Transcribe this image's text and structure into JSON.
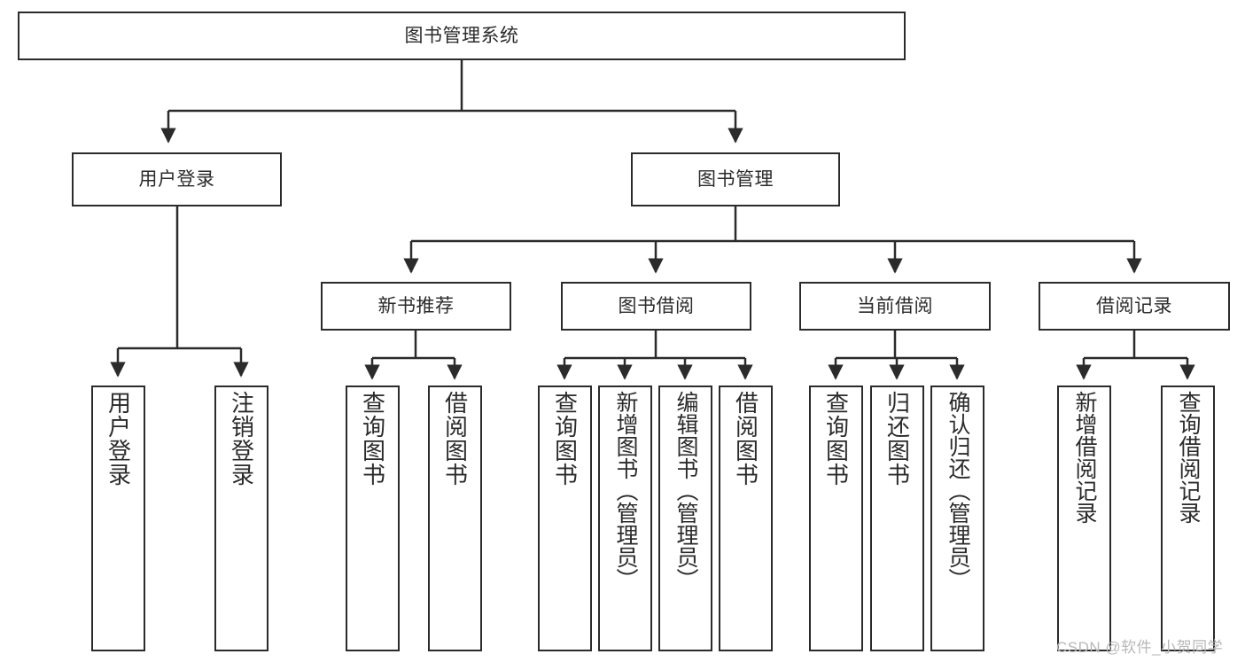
{
  "diagram": {
    "title_node": {
      "label": "图书管理系统"
    },
    "level1": [
      {
        "id": "user-login",
        "label": "用户登录"
      },
      {
        "id": "book-manage",
        "label": "图书管理"
      }
    ],
    "level2": [
      {
        "id": "new-book-recommend",
        "label": "新书推荐"
      },
      {
        "id": "book-borrow",
        "label": "图书借阅"
      },
      {
        "id": "current-borrow",
        "label": "当前借阅"
      },
      {
        "id": "borrow-record",
        "label": "借阅记录"
      }
    ],
    "leaves": [
      {
        "id": "leaf-user-login",
        "label": "用户登录",
        "parent": "user-login"
      },
      {
        "id": "leaf-logout-login",
        "label": "注销登录",
        "parent": "user-login"
      },
      {
        "id": "leaf-query-book-1",
        "label": "查询图书",
        "parent": "new-book-recommend"
      },
      {
        "id": "leaf-borrow-book-1",
        "label": "借阅图书",
        "parent": "new-book-recommend"
      },
      {
        "id": "leaf-query-book-2",
        "label": "查询图书",
        "parent": "book-borrow"
      },
      {
        "id": "leaf-add-book",
        "label": "新增图书（管理员）",
        "parent": "book-borrow"
      },
      {
        "id": "leaf-edit-book",
        "label": "编辑图书（管理员）",
        "parent": "book-borrow"
      },
      {
        "id": "leaf-borrow-book-2",
        "label": "借阅图书",
        "parent": "book-borrow"
      },
      {
        "id": "leaf-query-book-3",
        "label": "查询图书",
        "parent": "current-borrow"
      },
      {
        "id": "leaf-return-book",
        "label": "归还图书",
        "parent": "current-borrow"
      },
      {
        "id": "leaf-confirm-return",
        "label": "确认归还（管理员）",
        "parent": "current-borrow"
      },
      {
        "id": "leaf-add-record",
        "label": "新增借阅记录",
        "parent": "borrow-record"
      },
      {
        "id": "leaf-query-record",
        "label": "查询借阅记录",
        "parent": "borrow-record"
      }
    ],
    "watermark": "CSDN @软件_小贺同学",
    "colors": {
      "stroke": "#2b2b2b",
      "node_fill": "#ffffff",
      "text": "#2b2b2b",
      "watermark": "#b8b8b8",
      "background": "#ffffff"
    }
  }
}
